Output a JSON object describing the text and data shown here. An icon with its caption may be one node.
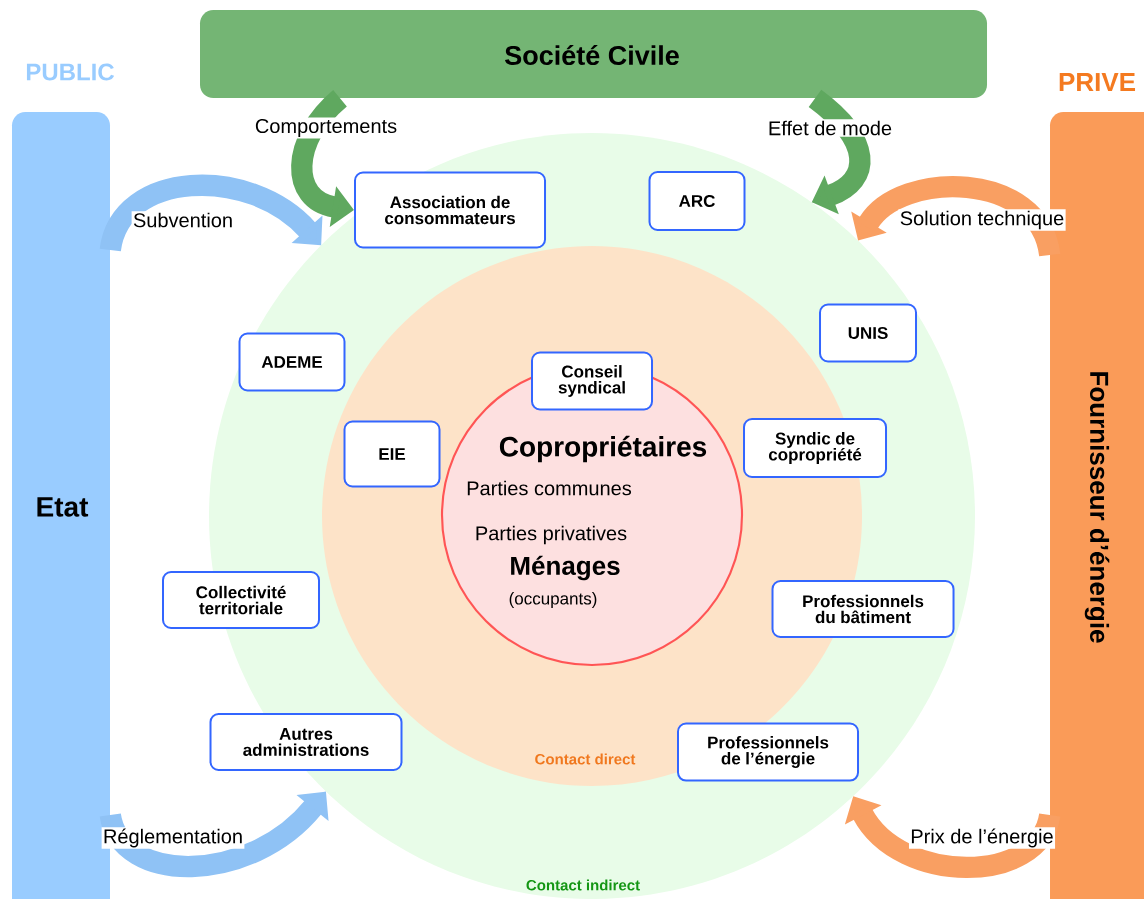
{
  "diagram": {
    "nodes": [
      {
        "text": [
          "Société Civile"
        ]
      },
      {
        "text": [
          "PUBLIC",
          "Etat"
        ]
      },
      {
        "text": [
          "PRIVE",
          "Fournisseur d’énergie"
        ]
      },
      {
        "text": [
          "Contact indirect"
        ]
      },
      {
        "text": [
          "Contact direct"
        ],
        "in": 3
      },
      {
        "text": [
          "Copropriétaires",
          "Parties communes",
          "Parties privatives",
          "Ménages",
          "(occupants)"
        ],
        "in": 4
      },
      {
        "text": [
          "Association de consommateurs"
        ],
        "in": 3
      },
      {
        "text": [
          "ARC"
        ],
        "in": 3
      },
      {
        "text": [
          "UNIS"
        ],
        "in": 3
      },
      {
        "text": [
          "ADEME"
        ],
        "in": 3
      },
      {
        "text": [
          "Conseil syndical"
        ],
        "in": 4
      },
      {
        "text": [
          "EIE"
        ],
        "in": 4
      },
      {
        "text": [
          "Syndic de copropriété"
        ],
        "in": 3
      },
      {
        "text": [
          "Collectivité territoriale"
        ]
      },
      {
        "text": [
          "Professionnels du bâtiment"
        ],
        "in": 3
      },
      {
        "text": [
          "Autres administrations"
        ],
        "in": 3
      },
      {
        "text": [
          "Professionnels de l’énergie"
        ],
        "in": 3
      }
    ],
    "edges": [
      {
        "from": 0,
        "to": 6,
        "arrow": "to",
        "label": "Comportements",
        "color": "#5fa85f"
      },
      {
        "from": 0,
        "to": 3,
        "arrow": "to",
        "label": "Effet de mode",
        "color": "#5fa85f"
      },
      {
        "from": 1,
        "to": 3,
        "arrow": "to",
        "label": "Subvention",
        "color": "#8fc2f5"
      },
      {
        "from": 1,
        "to": 3,
        "arrow": "to",
        "label": "Réglementation",
        "color": "#8fc2f5"
      },
      {
        "from": 2,
        "to": 3,
        "arrow": "to",
        "label": "Solution technique",
        "color": "#f99f62"
      },
      {
        "from": 2,
        "to": 3,
        "arrow": "to",
        "label": "Prix de l’énergie",
        "color": "#f99f62"
      }
    ]
  }
}
